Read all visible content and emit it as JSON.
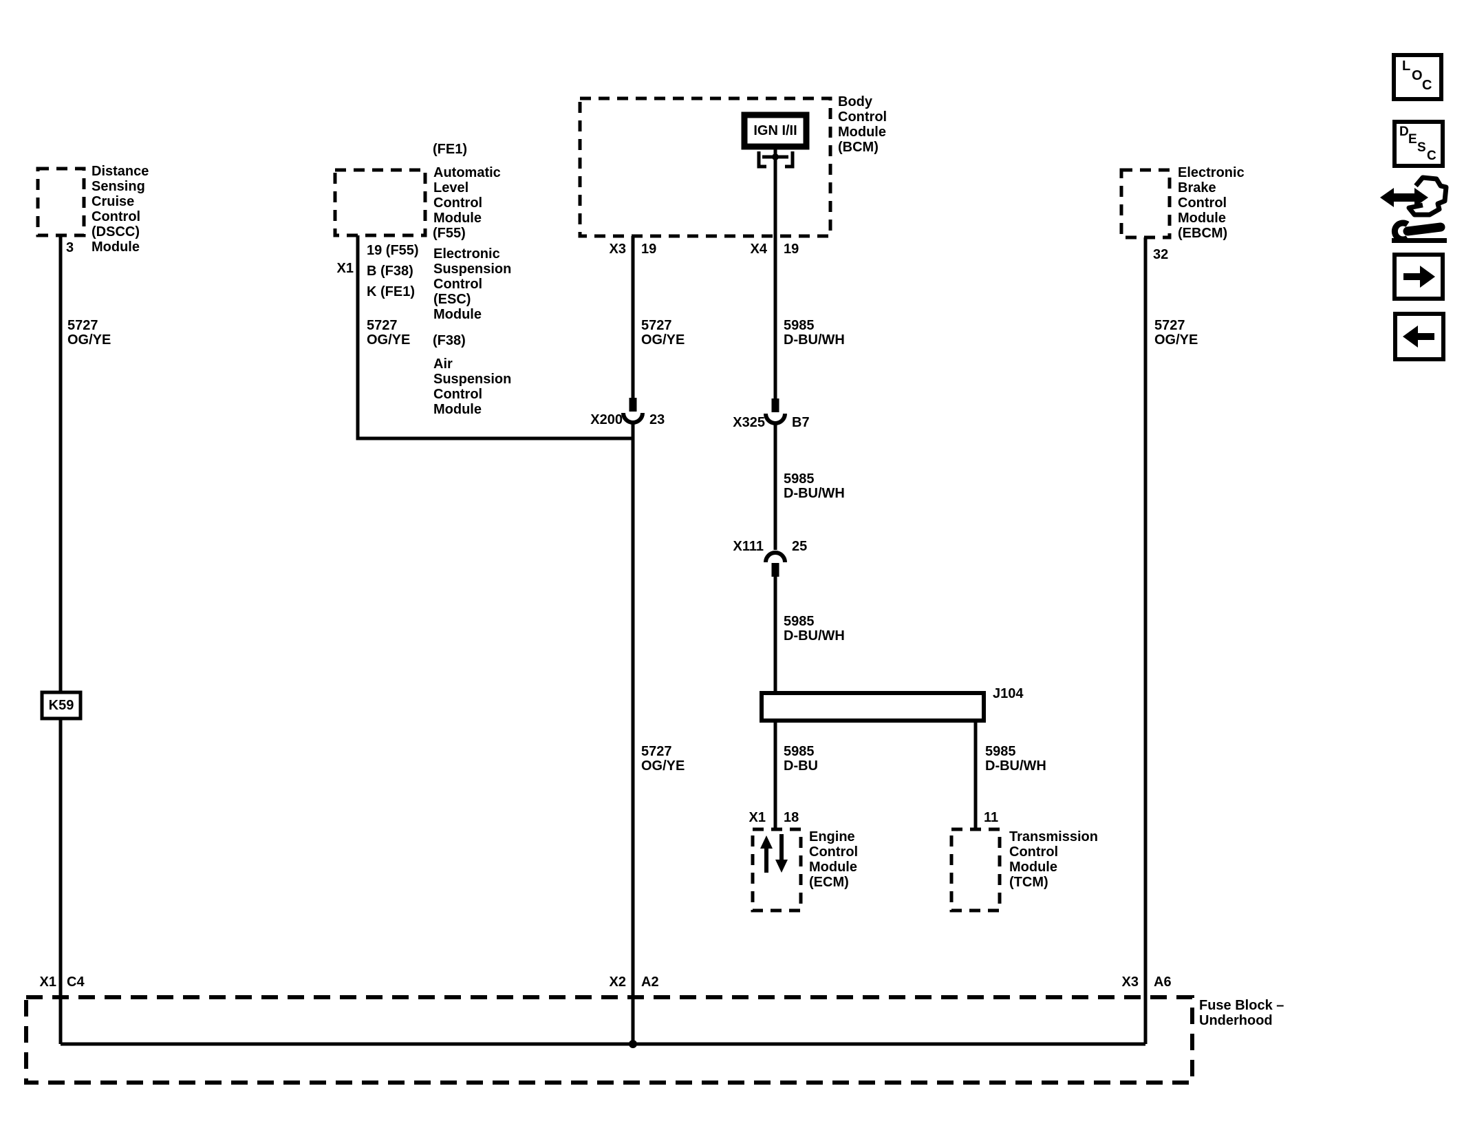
{
  "colors": {
    "ink": "#000000",
    "background": "#ffffff"
  },
  "modules": {
    "dscc": {
      "name": "Distance\nSensing\nCruise\nControl\n(DSCC)\nModule",
      "pin": "3"
    },
    "alc": {
      "option_top": "(FE1)",
      "name": "Automatic\nLevel\nControl\nModule",
      "option_bottom": "(F55)",
      "connector": "X1",
      "pins": "19 (F55)\nB (F38)\nK (FE1)",
      "esc_name": "Electronic\nSuspension\nControl\n(ESC)\nModule",
      "air_option": "(F38)",
      "air_name": "Air\nSuspension\nControl\nModule"
    },
    "bcm": {
      "name": "Body\nControl\nModule\n(BCM)",
      "ign_label": "IGN I/II",
      "x3": {
        "conn": "X3",
        "pin": "19"
      },
      "x4": {
        "conn": "X4",
        "pin": "19"
      }
    },
    "ebcm": {
      "name": "Electronic\nBrake\nControl\nModule\n(EBCM)",
      "pin": "32"
    },
    "ecm": {
      "name": "Engine\nControl\nModule\n(ECM)",
      "conn": "X1",
      "pin": "18"
    },
    "tcm": {
      "name": "Transmission\nControl\nModule\n(TCM)",
      "pin": "11"
    },
    "fuse_block": {
      "name": "Fuse Block –\nUnderhood",
      "x1": {
        "conn": "X1",
        "pin": "C4"
      },
      "x2": {
        "conn": "X2",
        "pin": "A2"
      },
      "x3": {
        "conn": "X3",
        "pin": "A6"
      }
    }
  },
  "components": {
    "k59": "K59",
    "j104": "J104"
  },
  "connectors": {
    "x200": {
      "name": "X200",
      "pin": "23"
    },
    "x325": {
      "name": "X325",
      "pin": "B7"
    },
    "x111": {
      "name": "X111",
      "pin": "25"
    }
  },
  "wires": {
    "dscc": "5727\nOG/YE",
    "alc": "5727\nOG/YE",
    "bcm_x3_upper": "5727\nOG/YE",
    "bcm_x3_lower": "5727\nOG/YE",
    "bcm_x4": "5985\nD-BU/WH",
    "x325_to_x111": "5985\nD-BU/WH",
    "x111_to_j104": "5985\nD-BU/WH",
    "j104_to_ecm": "5985\nD-BU",
    "j104_to_tcm": "5985\nD-BU/WH",
    "ebcm": "5727\nOG/YE"
  },
  "sidebar": {
    "loc": [
      "L",
      "O",
      "C"
    ],
    "desc": [
      "D",
      "E",
      "S",
      "C"
    ],
    "icons": [
      "loc-box",
      "desc-box",
      "wrench-pointer",
      "arrow-right",
      "arrow-left"
    ]
  }
}
